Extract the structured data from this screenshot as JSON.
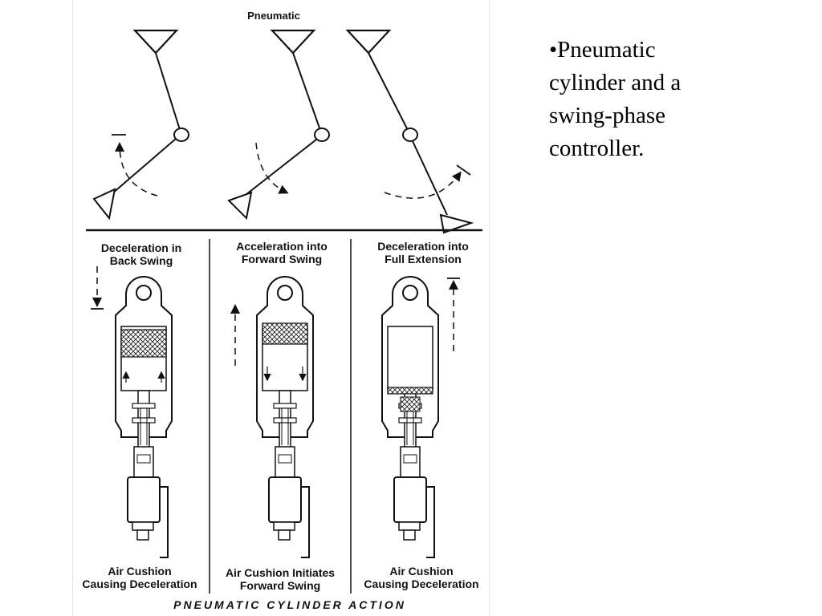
{
  "slide": {
    "bullet_text": "•Pneumatic\ncylinder and a\nswing-phase\ncontroller."
  },
  "figure": {
    "top_title": "Pneumatic",
    "panels": [
      {
        "heading": "Deceleration in\nBack Swing",
        "caption": "Air Cushion\nCausing Deceleration"
      },
      {
        "heading": "Acceleration into\nForward Swing",
        "caption": "Air Cushion Initiates\nForward Swing"
      },
      {
        "heading": "Deceleration into\nFull Extension",
        "caption": "Air Cushion\nCausing Deceleration"
      }
    ],
    "bottom_title": "PNEUMATIC CYLINDER ACTION"
  }
}
